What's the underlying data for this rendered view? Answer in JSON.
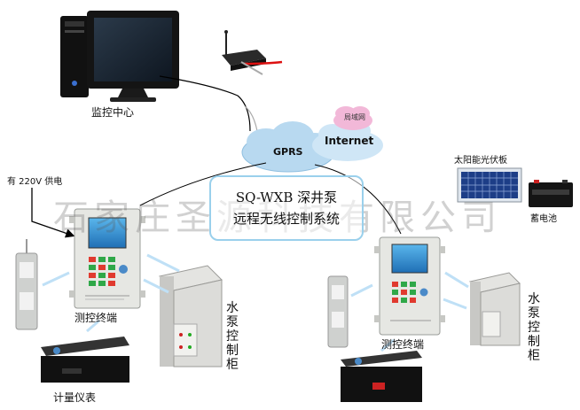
{
  "labels": {
    "monitor_center": "监控中心",
    "gprs": "GPRS",
    "internet": "Internet",
    "lan": "局域网",
    "power": "有 220V 供电",
    "solar_panel": "太阳能光伏板",
    "battery": "蓄电池",
    "terminal_left": "测控终端",
    "terminal_right": "测控终端",
    "pump_cabinet_left": "水泵控制柜",
    "pump_cabinet_right": "水泵控制柜",
    "meter": "计量仪表"
  },
  "title": {
    "line1": "SQ-WXB 深井泵",
    "line2": "远程无线控制系统"
  },
  "watermark": "石家庄圣源科技有限公司",
  "colors": {
    "cloud": "#b8d9f0",
    "lan_cloud": "#f2b8d8",
    "frame": "#e6e7e3",
    "link_arrow": "#bfe0f6",
    "keypad_red": "#e03a2f",
    "keypad_green": "#2fa848"
  }
}
